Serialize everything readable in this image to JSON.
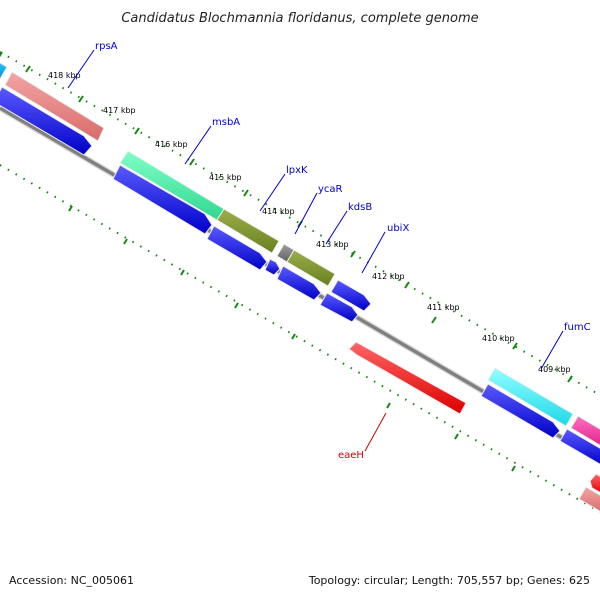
{
  "title": "Candidatus Blochmannia floridanus, complete genome",
  "kbp_labels": [
    "418 kbp",
    "417 kbp",
    "416 kbp",
    "415 kbp",
    "414 kbp",
    "413 kbp",
    "412 kbp",
    "411 kbp",
    "410 kbp",
    "409 kbp"
  ],
  "genes": [
    "rpsA",
    "msbA",
    "lpxK",
    "ycaR",
    "kdsB",
    "ubiX",
    "fumC",
    "eaeH"
  ],
  "footer": {
    "accession": "Accession: NC_005061",
    "summary": "Topology: circular; Length: 705,557 bp; Genes: 625"
  },
  "colors": {
    "forward_label": "#0000cc",
    "reverse_label": "#cc0000",
    "cds_blue": "#0000ee",
    "backbone": "#808080",
    "ticks": "#118811"
  }
}
